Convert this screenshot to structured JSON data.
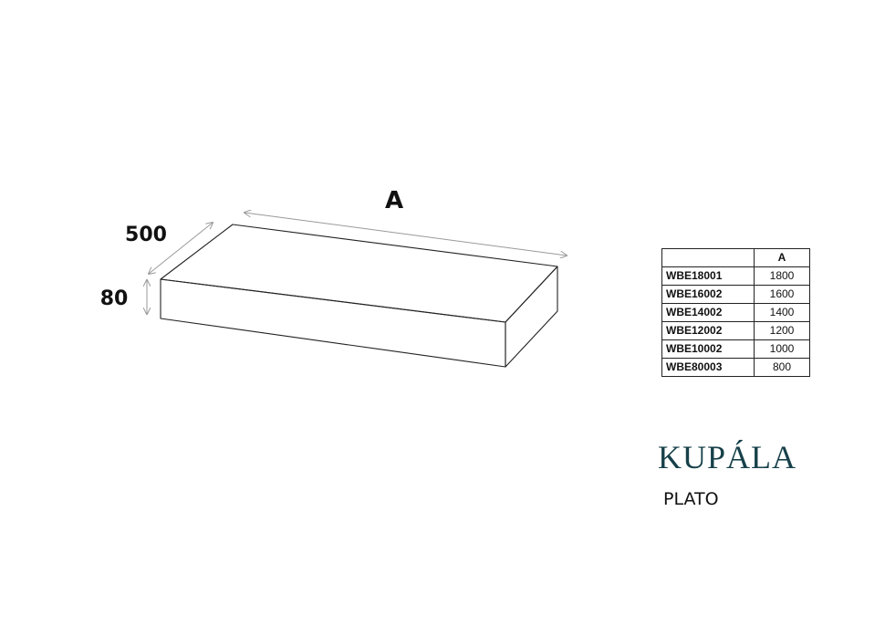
{
  "drawing": {
    "labels": {
      "length": "A",
      "depth": "500",
      "height": "80"
    },
    "colors": {
      "outline": "#222222",
      "dimension_line": "#9a9a9a"
    }
  },
  "table": {
    "headers": [
      "",
      "A"
    ],
    "rows": [
      {
        "code": "WBE18001",
        "a": "1800"
      },
      {
        "code": "WBE16002",
        "a": "1600"
      },
      {
        "code": "WBE14002",
        "a": "1400"
      },
      {
        "code": "WBE12002",
        "a": "1200"
      },
      {
        "code": "WBE10002",
        "a": "1000"
      },
      {
        "code": "WBE80003",
        "a": "800"
      }
    ]
  },
  "brand": {
    "name": "KUPÁLA",
    "color": "#17414a"
  },
  "product": {
    "name": "PLATO"
  }
}
